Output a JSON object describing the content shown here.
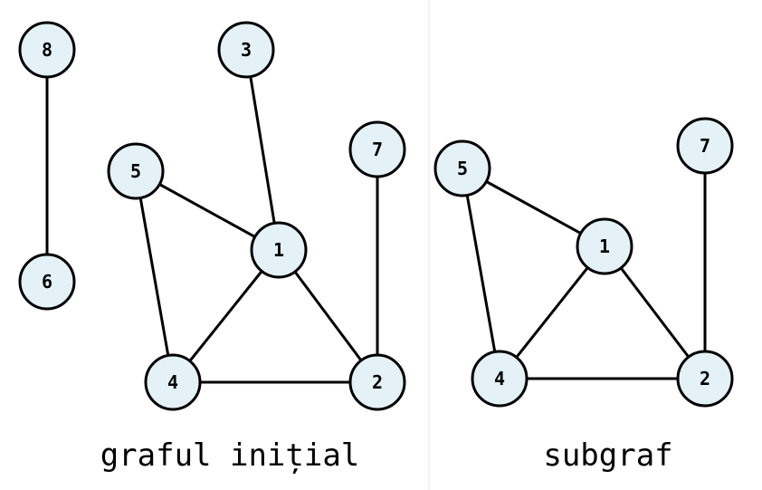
{
  "colors": {
    "node_fill": "#e4f1f6",
    "node_stroke": "#000000",
    "edge": "#000000",
    "divider": "#e6e6e6"
  },
  "graphs": [
    {
      "id": "initial",
      "caption": "graful inițial",
      "nodes": [
        "8",
        "6",
        "3",
        "5",
        "7",
        "1",
        "4",
        "2"
      ],
      "edges": [
        [
          "8",
          "6"
        ],
        [
          "3",
          "1"
        ],
        [
          "5",
          "1"
        ],
        [
          "5",
          "4"
        ],
        [
          "1",
          "4"
        ],
        [
          "1",
          "2"
        ],
        [
          "4",
          "2"
        ],
        [
          "7",
          "2"
        ]
      ]
    },
    {
      "id": "subgraph",
      "caption": "subgraf",
      "nodes": [
        "5",
        "7",
        "1",
        "4",
        "2"
      ],
      "edges": [
        [
          "5",
          "1"
        ],
        [
          "5",
          "4"
        ],
        [
          "1",
          "4"
        ],
        [
          "1",
          "2"
        ],
        [
          "4",
          "2"
        ],
        [
          "7",
          "2"
        ]
      ]
    }
  ]
}
